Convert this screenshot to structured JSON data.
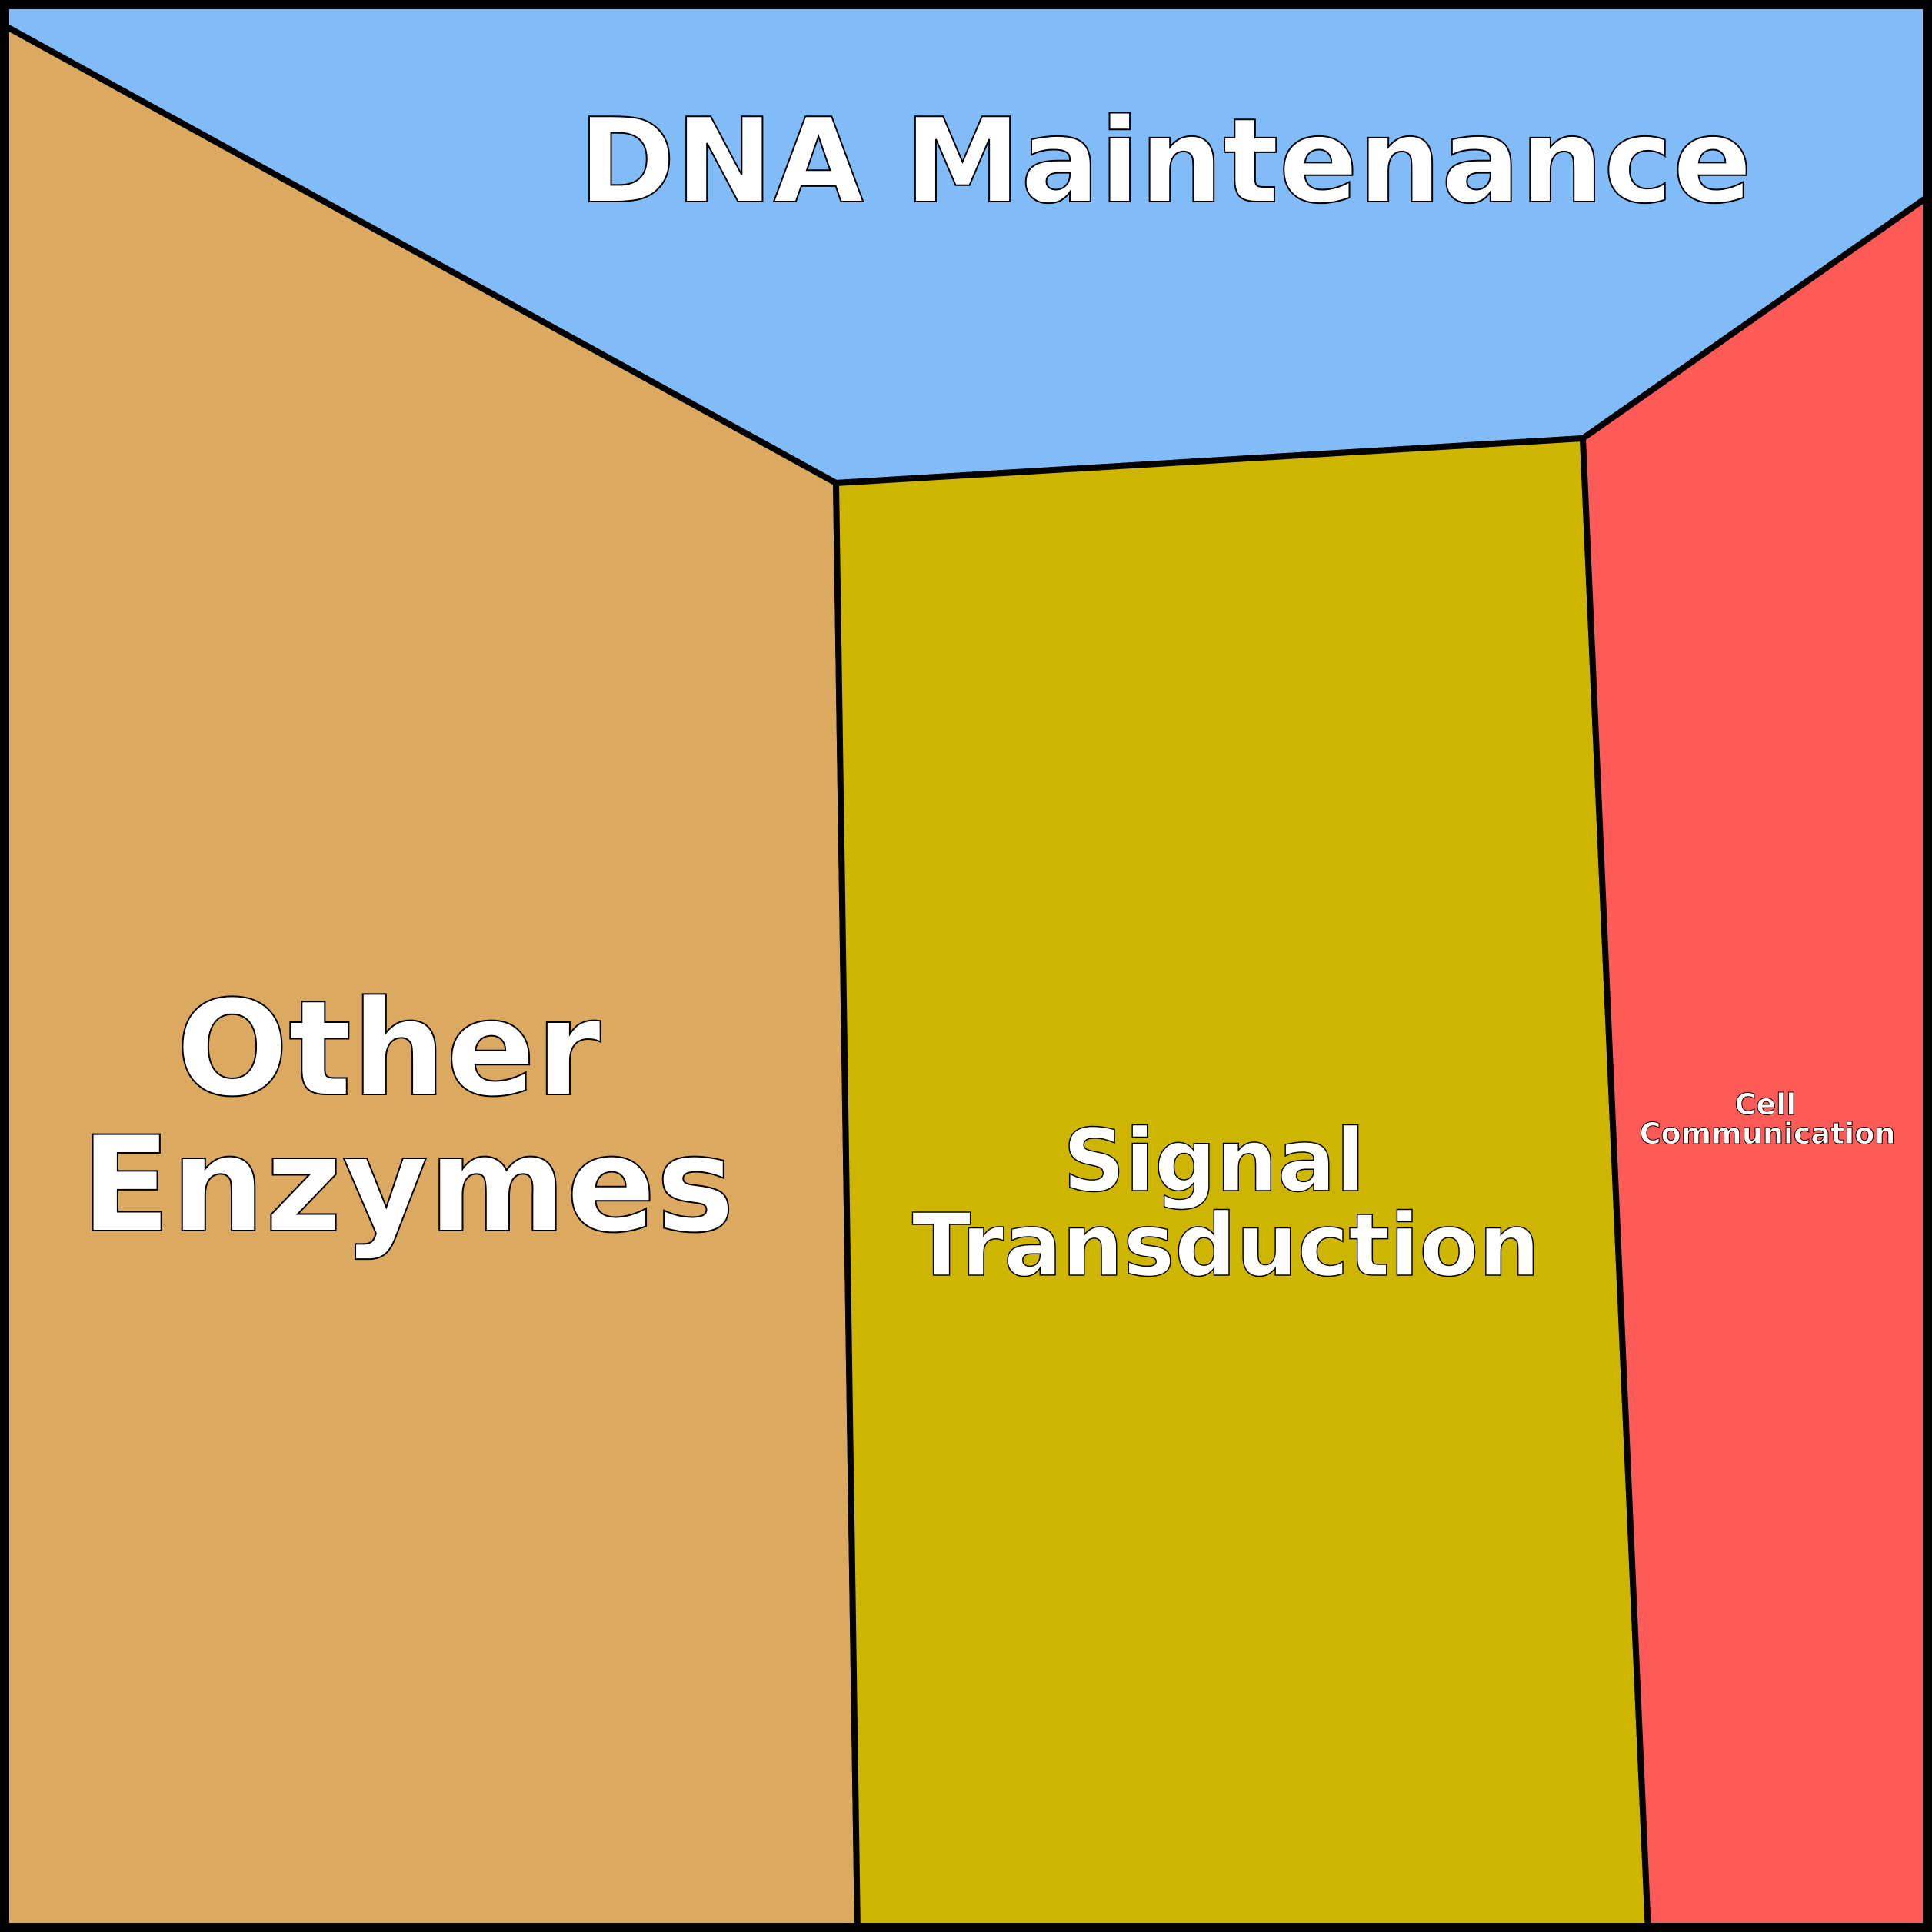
{
  "chart_data": {
    "type": "voronoi-treemap",
    "title": "",
    "cells": [
      {
        "label": "DNA Maintenance",
        "lines": [
          "DNA Maintenance"
        ],
        "color": "#82BCF8"
      },
      {
        "label": "Other Enzymes",
        "lines": [
          "Other",
          "Enzymes"
        ],
        "color": "#DBA960"
      },
      {
        "label": "Signal Transduction",
        "lines": [
          "Signal",
          "Transduction"
        ],
        "color": "#CEB600"
      },
      {
        "label": "Cell Communication",
        "lines": [
          "Cell",
          "Communication"
        ],
        "color": "#FE5A58"
      }
    ],
    "border_color": "#000000"
  }
}
